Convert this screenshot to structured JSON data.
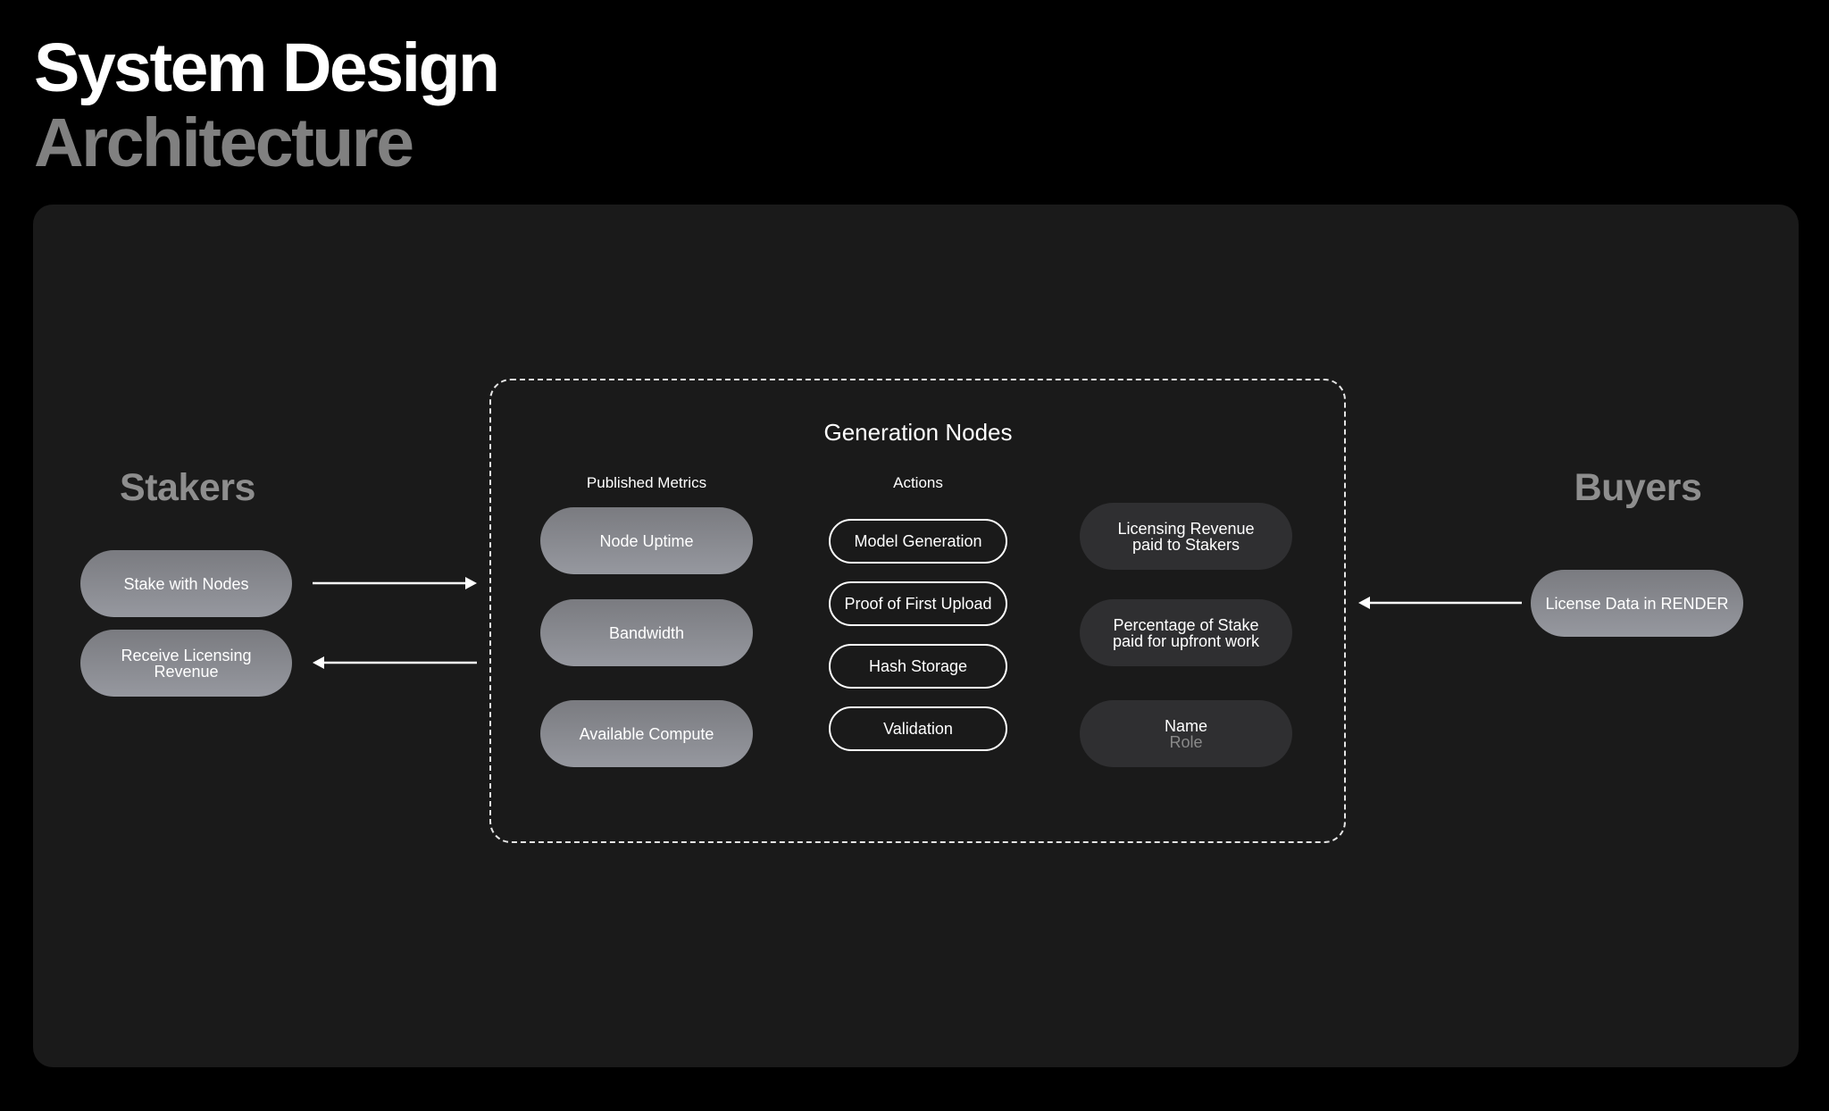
{
  "title": {
    "line1": "System Design",
    "line2": "Architecture"
  },
  "stakers": {
    "heading": "Stakers",
    "items": [
      "Stake with Nodes",
      "Receive Licensing Revenue"
    ]
  },
  "generation_nodes": {
    "title": "Generation Nodes",
    "published_metrics": {
      "heading": "Published Metrics",
      "items": [
        "Node Uptime",
        "Bandwidth",
        "Available Compute"
      ]
    },
    "actions": {
      "heading": "Actions",
      "items": [
        "Model Generation",
        "Proof of First Upload",
        "Hash Storage",
        "Validation"
      ]
    },
    "outcomes": {
      "revenue_line1": "Licensing Revenue",
      "revenue_line2": "paid to Stakers",
      "stake_line1": "Percentage of Stake",
      "stake_line2": "paid for upfront work",
      "name": "Name",
      "role": "Role"
    }
  },
  "buyers": {
    "heading": "Buyers",
    "items": [
      "License Data in RENDER"
    ]
  },
  "colors": {
    "background": "#000000",
    "canvas": "#1a1a1a",
    "pill_gradient_top": "#7a7b80",
    "pill_gradient_bottom": "#96989f",
    "pill_dark": "#2f2f31",
    "heading_gray": "#8e8e8e"
  }
}
